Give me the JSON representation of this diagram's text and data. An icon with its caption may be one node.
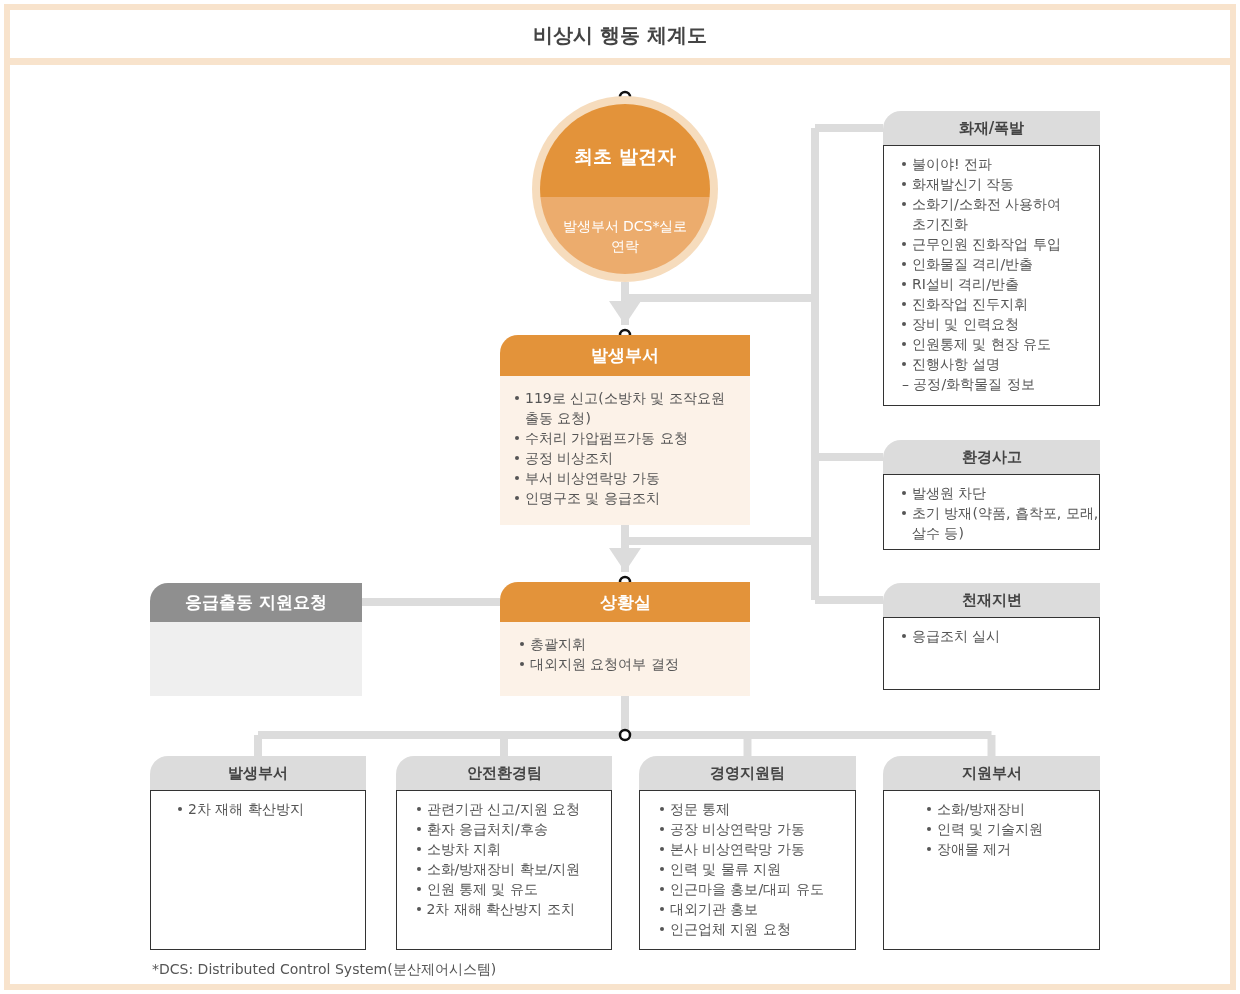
{
  "diagram": {
    "title": "비상시 행동 체계도",
    "nodes": [
      {
        "text": [
          "최초 발견자",
          "발생부서 DCS*실로 연락"
        ]
      },
      {
        "text": [
          "발생부서",
          "119로 신고(소방차 및 조작요원 출동 요청)",
          "수처리 가압펌프가동 요청",
          "공정 비상조치",
          "부서 비상연락망 가동",
          "인명구조 및 응급조치"
        ]
      },
      {
        "text": [
          "상황실",
          "총괄지휘",
          "대외지원 요청여부 결정"
        ]
      },
      {
        "text": [
          "응급출동 지원요청"
        ]
      },
      {
        "text": [
          "화재/폭발",
          "불이야! 전파",
          "화재발신기 작동",
          "소화기/소화전 사용하여 초기진화",
          "근무인원 진화작업 투입",
          "인화물질 격리/반출",
          "RI설비 격리/반출",
          "진화작업 진두지휘",
          "장비 및 인력요청",
          "인원통제 및 현장 유도",
          "진행사항 설명",
          "– 공정/화학물질 정보"
        ]
      },
      {
        "text": [
          "환경사고",
          "발생원 차단",
          "초기 방재(약품, 흡착포, 모래, 살수 등)"
        ]
      },
      {
        "text": [
          "천재지변",
          "응급조치 실시"
        ]
      },
      {
        "text": [
          "발생부서",
          "2차 재해 확산방지"
        ]
      },
      {
        "text": [
          "안전환경팀",
          "관련기관 신고/지원 요청",
          "환자 응급처치/후송",
          "소방차 지휘",
          "소화/방재장비 확보/지원",
          "인원 통제 및 유도",
          "2차 재해 확산방지 조치"
        ]
      },
      {
        "text": [
          "경영지원팀",
          "정문 통제",
          "공장 비상연락망 가동",
          "본사 비상연락망 가동",
          "인력 및 물류 지원",
          "인근마을 홍보/대피 유도",
          "대외기관 홍보",
          "인근업체 지원 요청"
        ]
      },
      {
        "text": [
          "지원부서",
          "소화/방재장비",
          "인력 및 기술지원",
          "장애물 제거"
        ]
      }
    ],
    "edges": [
      {
        "from": 0,
        "to": 1,
        "arrow": "to"
      },
      {
        "from": 1,
        "to": 2,
        "arrow": "to"
      },
      {
        "from": 2,
        "to": 3,
        "arrow": "none"
      },
      {
        "from": 0,
        "to": 4,
        "arrow": "none"
      },
      {
        "from": 0,
        "to": 5,
        "arrow": "none"
      },
      {
        "from": 0,
        "to": 6,
        "arrow": "none"
      },
      {
        "from": 1,
        "to": 4,
        "arrow": "none"
      },
      {
        "from": 1,
        "to": 5,
        "arrow": "none"
      },
      {
        "from": 1,
        "to": 6,
        "arrow": "none"
      },
      {
        "from": 2,
        "to": 7,
        "arrow": "none"
      },
      {
        "from": 2,
        "to": 8,
        "arrow": "none"
      },
      {
        "from": 2,
        "to": 9,
        "arrow": "none"
      },
      {
        "from": 2,
        "to": 10,
        "arrow": "none"
      }
    ],
    "labels": [
      "*DCS: Distributed Control System(분산제어시스템)"
    ]
  }
}
